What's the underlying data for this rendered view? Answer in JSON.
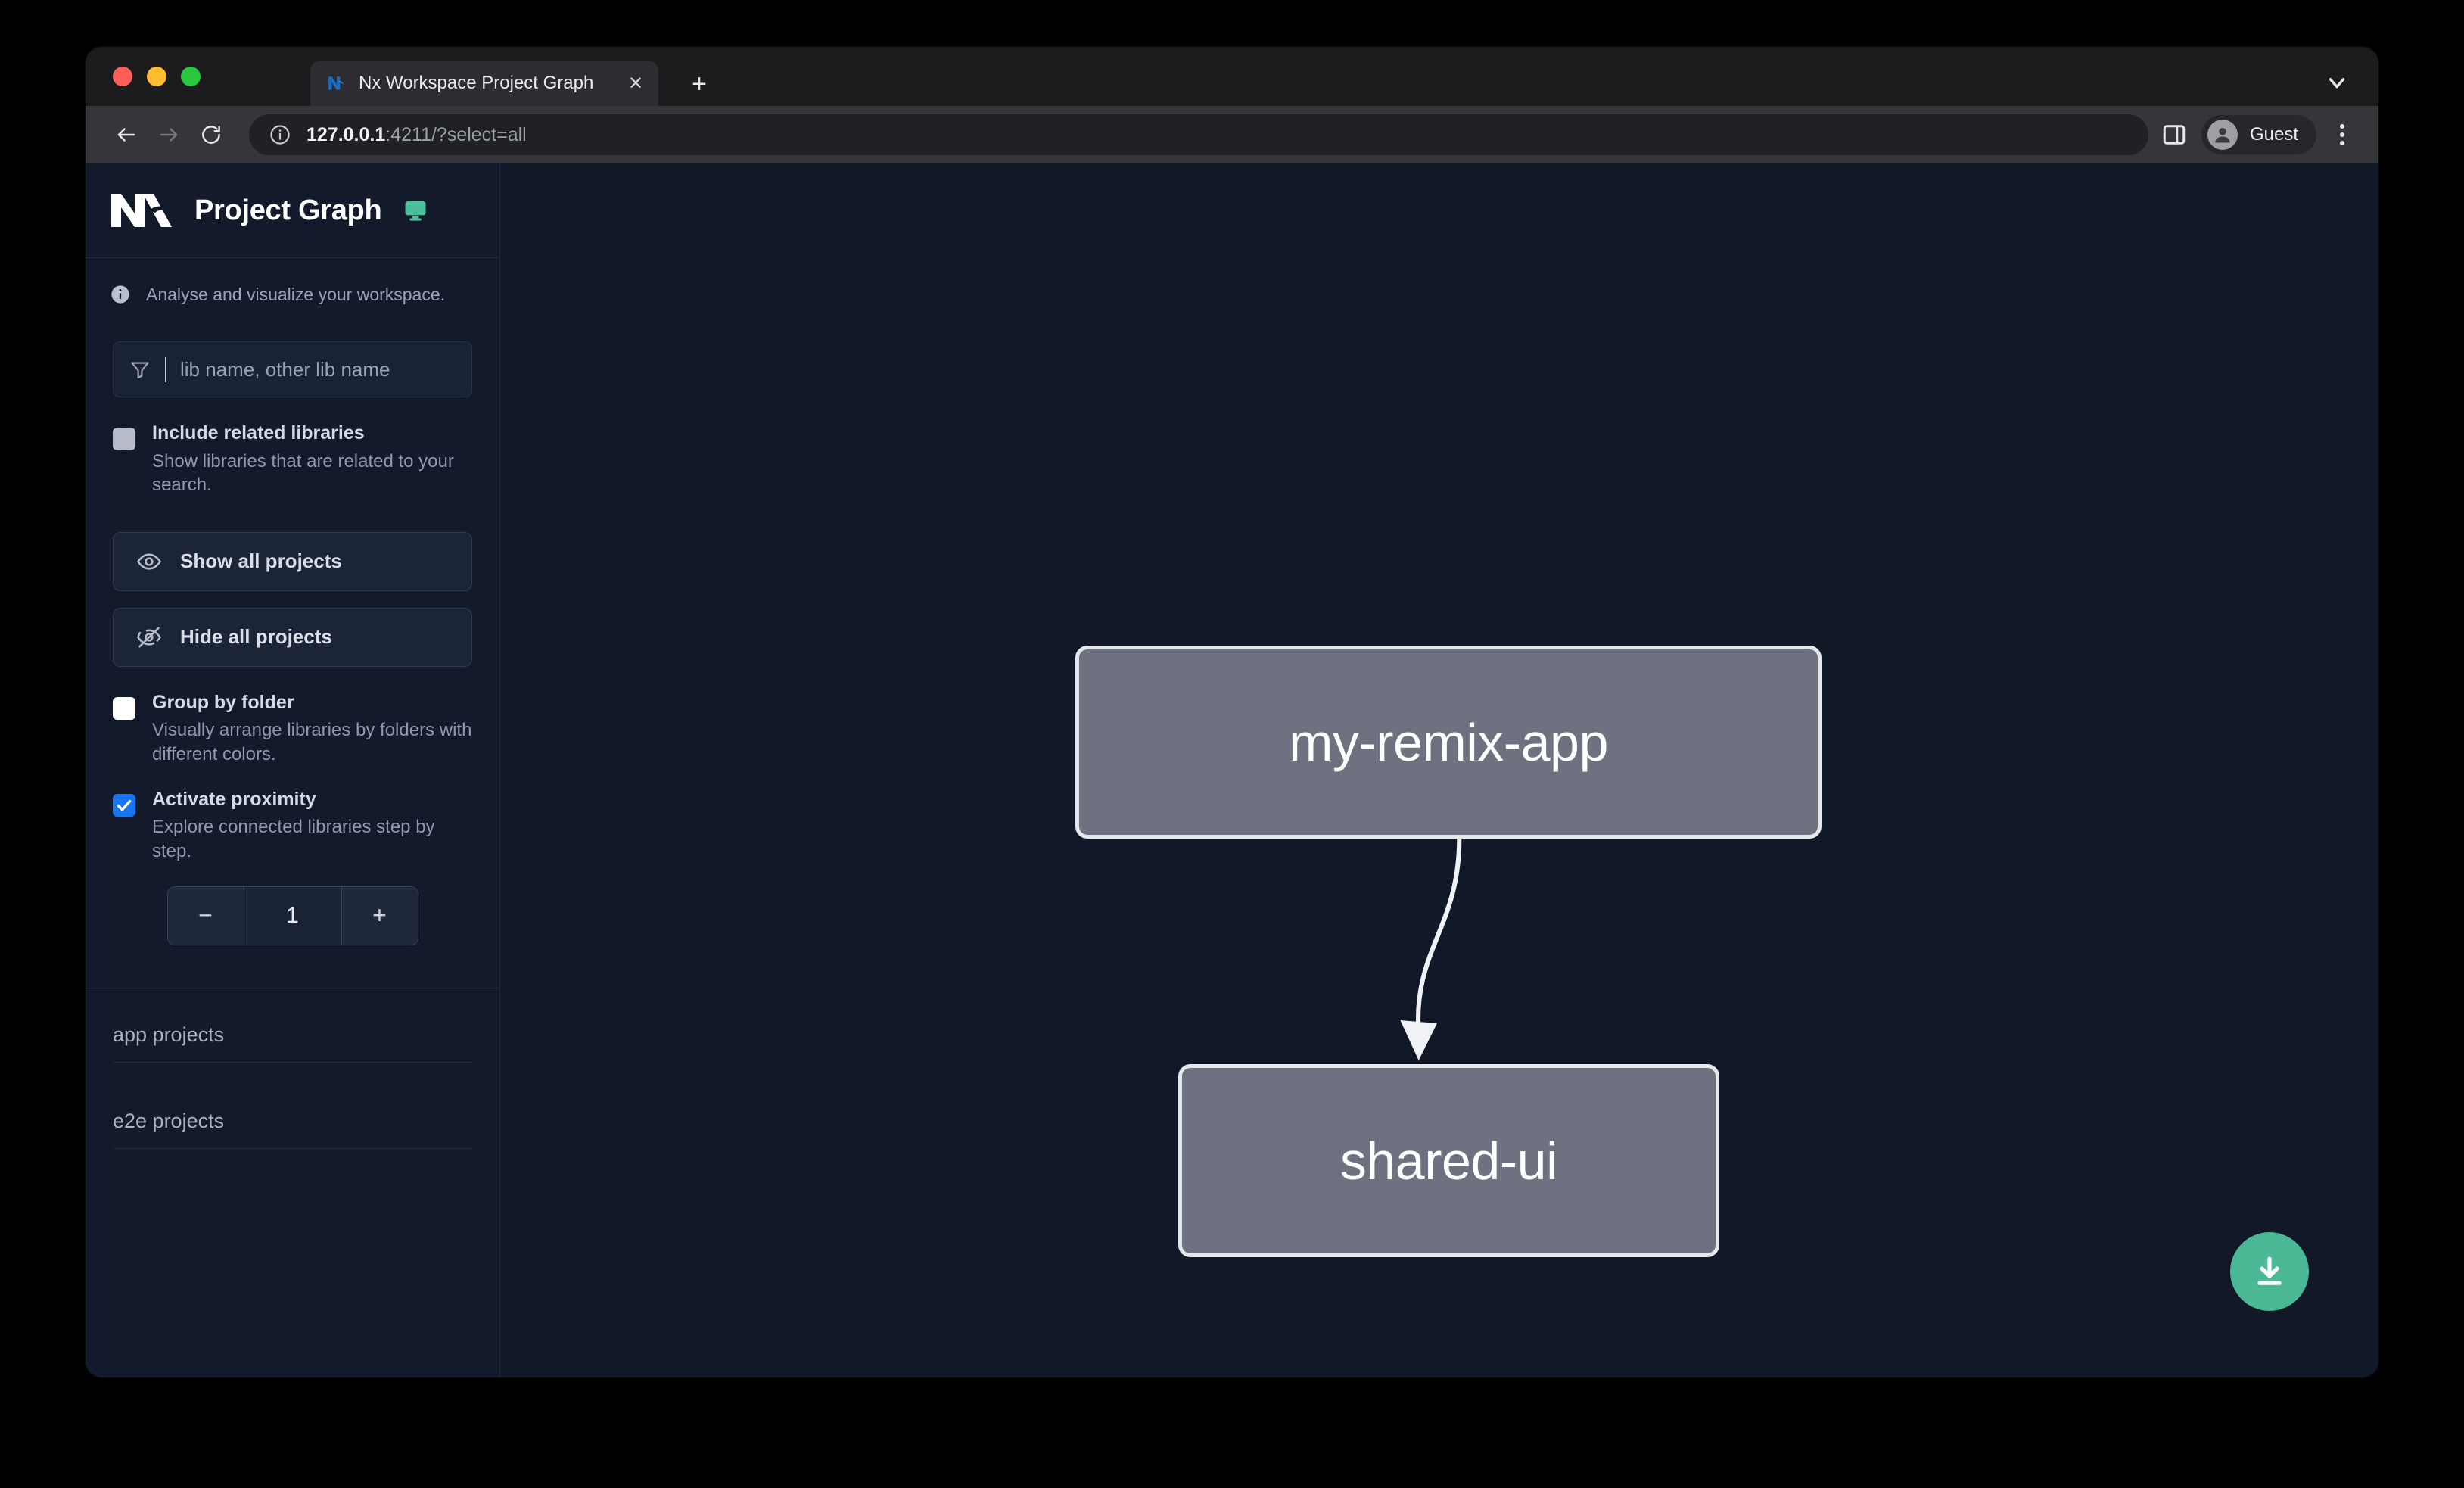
{
  "browser": {
    "tab": {
      "title": "Nx Workspace Project Graph",
      "favicon_name": "nx-favicon",
      "close_label": "✕"
    },
    "new_tab_label": "+",
    "toolbar": {
      "back_label": "←",
      "forward_label": "→",
      "reload_label": "↻",
      "url_host": "127.0.0.1",
      "url_rest": ":4211/?select=all",
      "profile_name": "Guest"
    }
  },
  "sidebar": {
    "app_title": "Project Graph",
    "tagline": "Analyse and visualize your workspace.",
    "filter": {
      "placeholder": "lib name, other lib name",
      "value": ""
    },
    "options": [
      {
        "label": "Include related libraries",
        "description": "Show libraries that are related to your search.",
        "checked": false
      },
      {
        "label": "Group by folder",
        "description": "Visually arrange libraries by folders with different colors.",
        "checked": false
      },
      {
        "label": "Activate proximity",
        "description": "Explore connected libraries step by step.",
        "checked": true
      }
    ],
    "buttons": {
      "show_all": "Show all projects",
      "hide_all": "Hide all projects"
    },
    "stepper": {
      "decrement_label": "−",
      "value": "1",
      "increment_label": "+"
    },
    "project_groups": [
      {
        "label": "app projects"
      },
      {
        "label": "e2e projects"
      }
    ]
  },
  "graph": {
    "nodes": [
      {
        "id": "my-remix-app",
        "label": "my-remix-app"
      },
      {
        "id": "shared-ui",
        "label": "shared-ui"
      }
    ],
    "edges": [
      {
        "from": "my-remix-app",
        "to": "shared-ui"
      }
    ],
    "download_button_name": "download-graph-button"
  },
  "colors": {
    "accent_green": "#4cb996",
    "checkbox_checked": "#1876f2",
    "node_fill": "#6e7280",
    "node_border": "#e5e7eb",
    "canvas_bg": "#111827",
    "sidebar_bg": "#131a2b"
  }
}
